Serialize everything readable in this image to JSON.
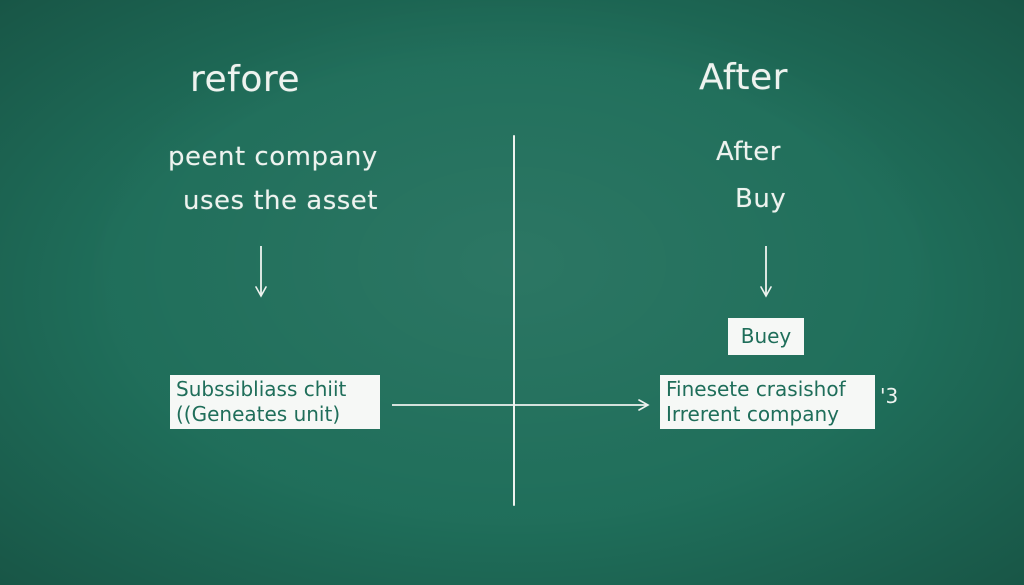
{
  "left": {
    "heading": "refore",
    "line1": "peent company",
    "line2": "uses the asset",
    "box": {
      "line1": "Subssibliass chiit",
      "line2": "((Geneates unit)"
    }
  },
  "right": {
    "heading": "After",
    "line1": "After",
    "line2": "Buy",
    "small_box": "Buey",
    "box": {
      "line1": "Finesete crasishof",
      "line2": "Irrerent company"
    },
    "side_mark": "'3"
  },
  "colors": {
    "board": "#1f6e5a",
    "chalk": "#eef3ef",
    "box_bg": "#f6f8f6",
    "box_text": "#1f6e5a"
  }
}
